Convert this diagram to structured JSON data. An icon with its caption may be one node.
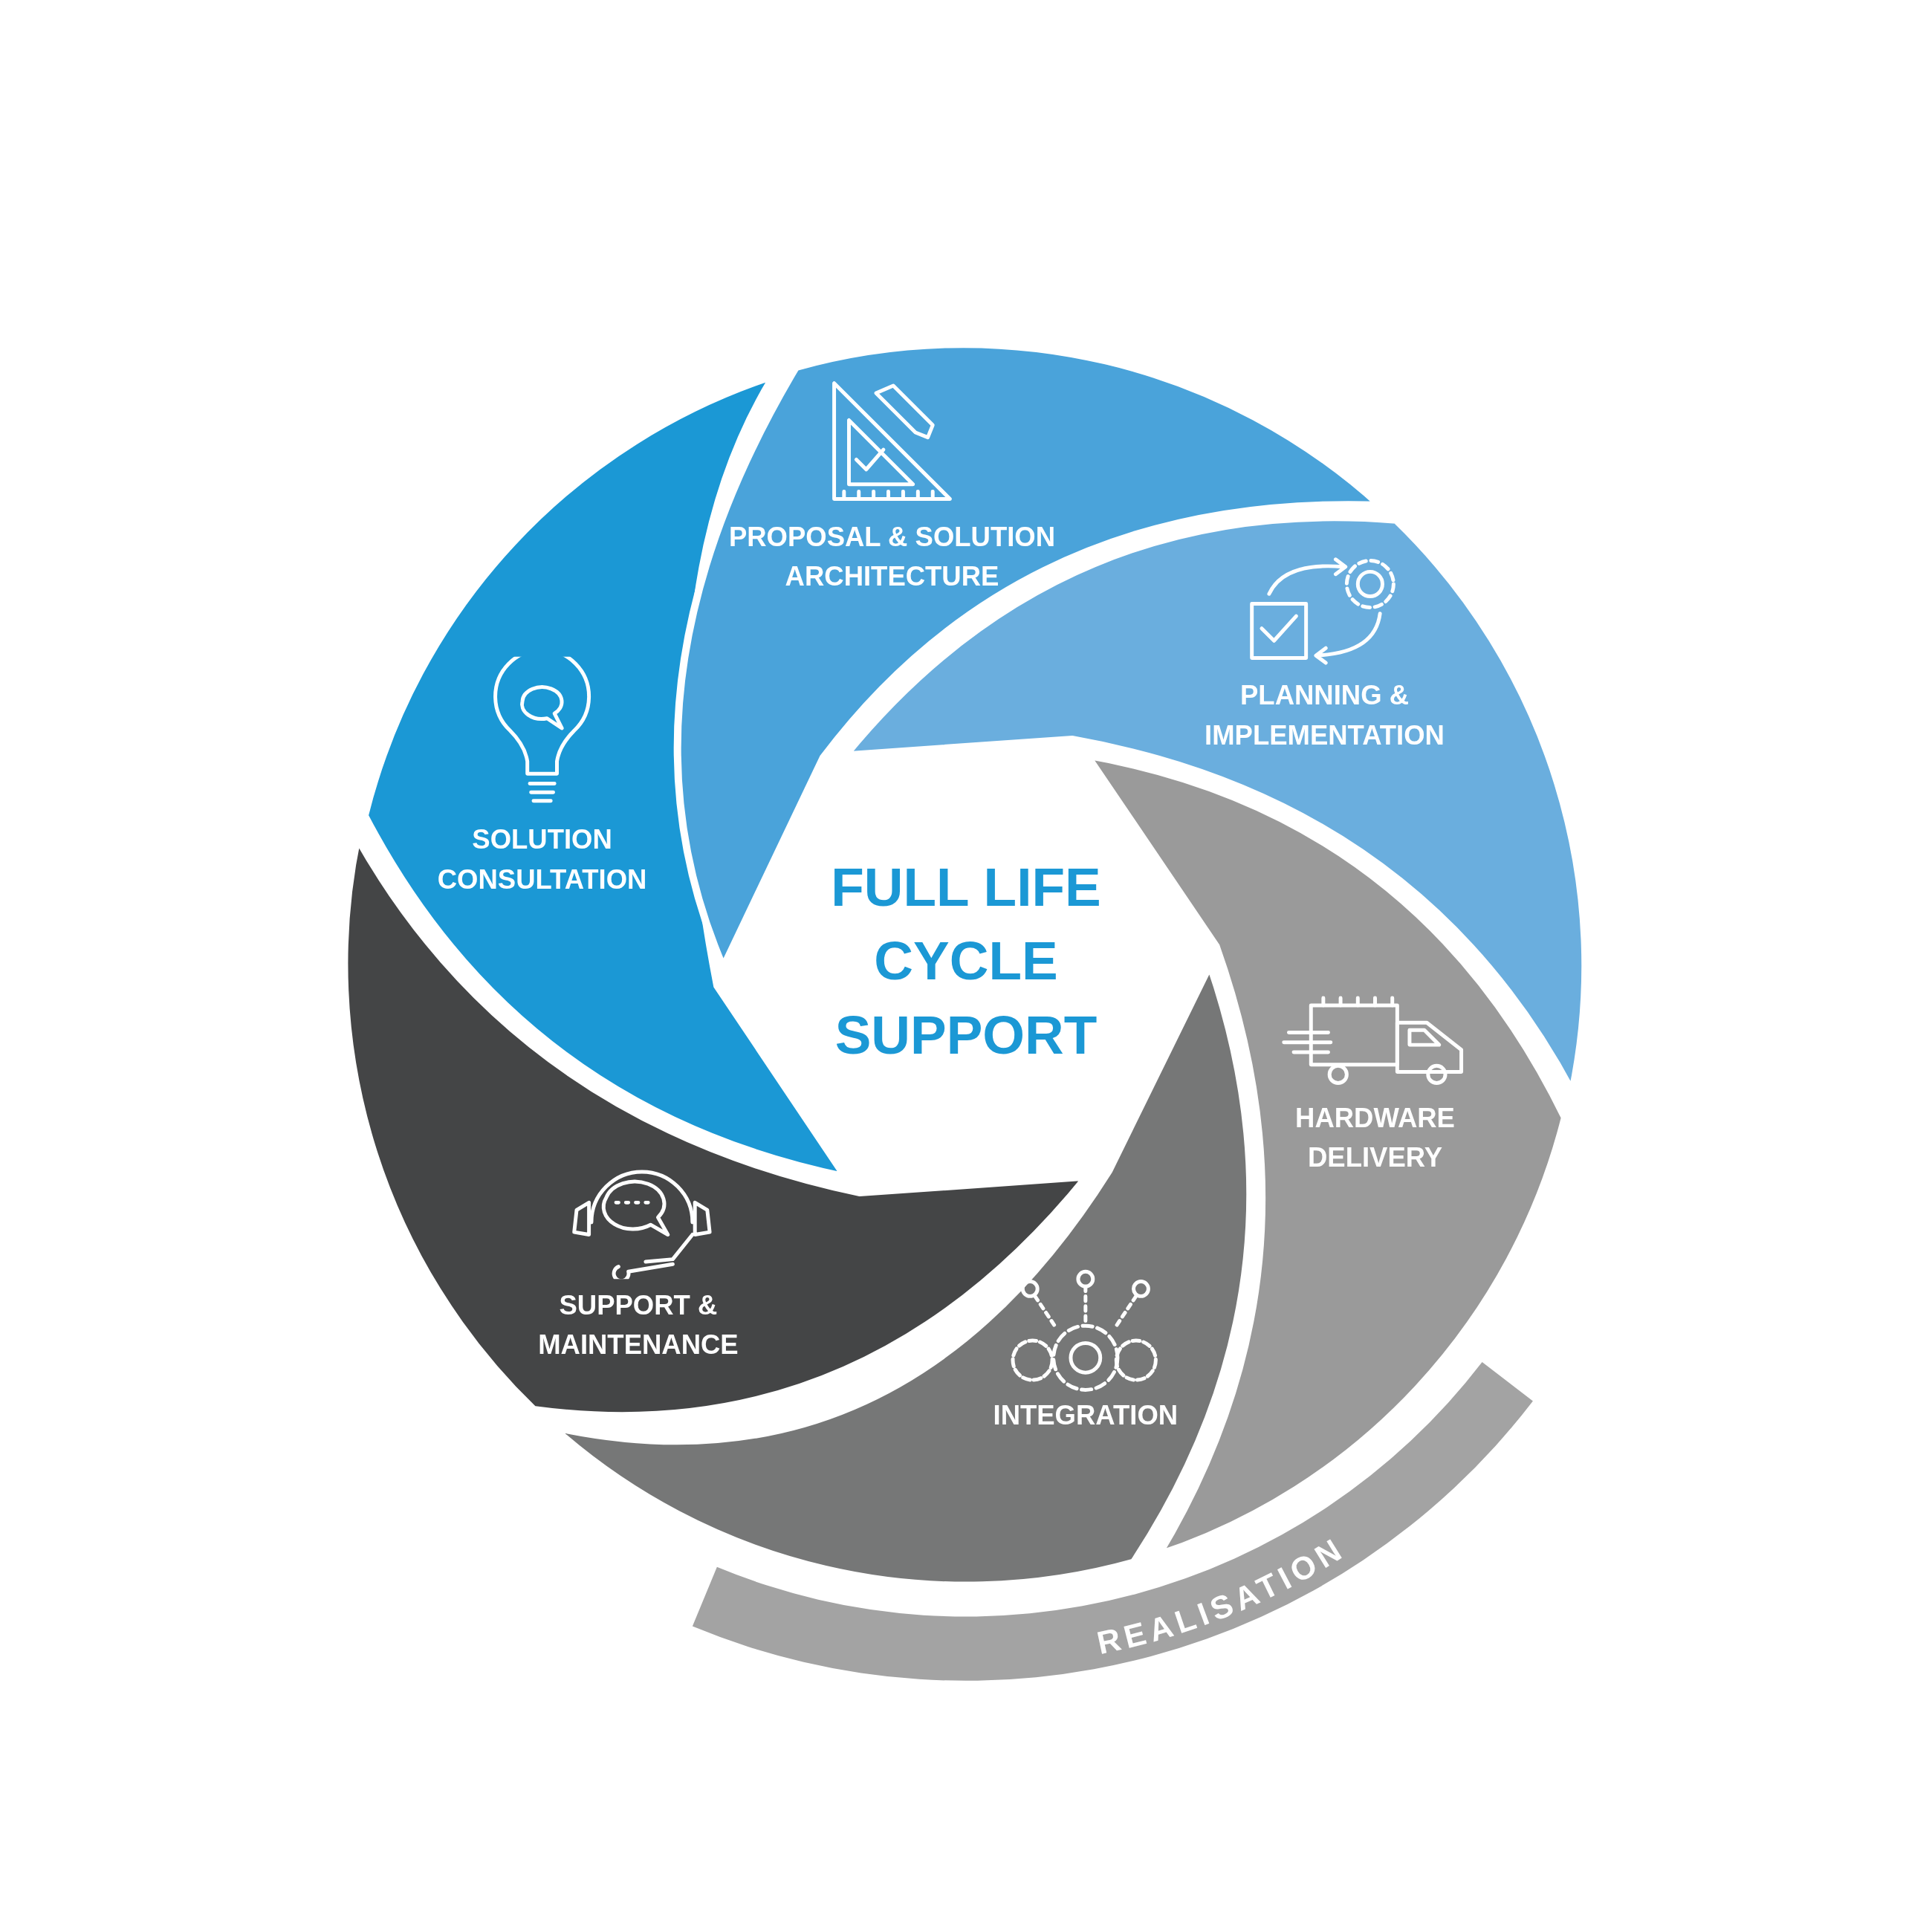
{
  "diagram": {
    "nodes": [
      {
        "text": [
          "SOLUTION CONSULTATION"
        ]
      },
      {
        "text": [
          "PROPOSAL & SOLUTION ARCHITECTURE"
        ]
      },
      {
        "text": [
          "PLANNING & IMPLEMENTATION"
        ]
      },
      {
        "text": [
          "HARDWARE DELIVERY"
        ]
      },
      {
        "text": [
          "INTEGRATION"
        ]
      },
      {
        "text": [
          "SUPPORT & MAINTENANCE"
        ]
      },
      {
        "text": [
          "REALISATION"
        ]
      }
    ],
    "labels": [
      "FULL LIFE CYCLE SUPPORT"
    ]
  }
}
